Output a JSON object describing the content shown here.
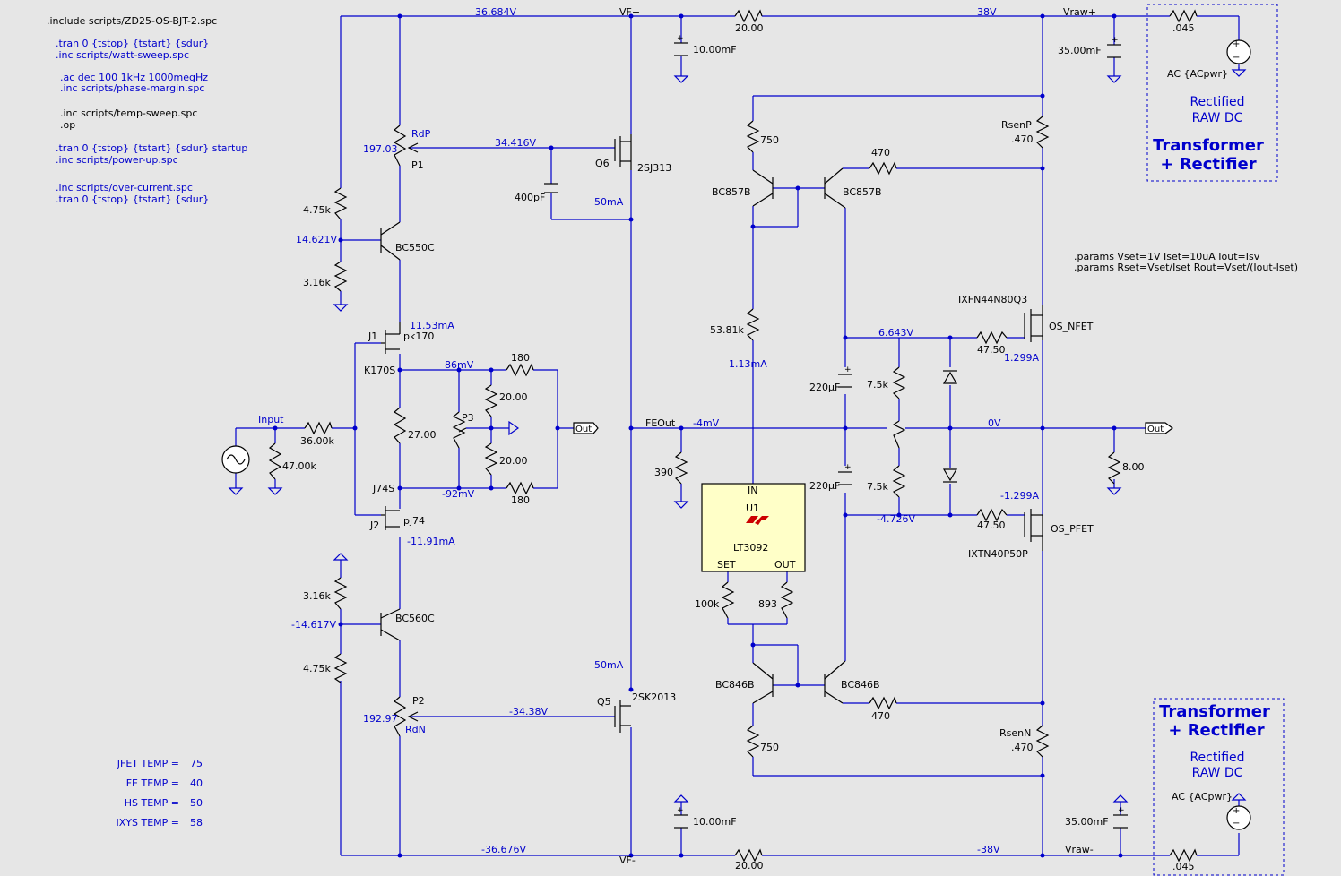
{
  "directives": [
    ".include scripts/ZD25-OS-BJT-2.spc",
    ".tran 0 {tstop} {tstart} {sdur}",
    ".inc scripts/watt-sweep.spc",
    ".ac dec 100 1kHz 1000megHz",
    ".inc scripts/phase-margin.spc",
    ".inc scripts/temp-sweep.spc",
    ".op",
    ".tran  0 {tstop} {tstart} {sdur} startup",
    ".inc scripts/power-up.spc",
    ".inc scripts/over-current.spc",
    ".tran 0 {tstop} {tstart} {sdur}"
  ],
  "params": [
    ".params Vset=1V Iset=10uA Iout=Isv",
    ".params Rset=Vset/Iset  Rout=Vset/(Iout-Iset)"
  ],
  "temps": [
    {
      "label": "JFET TEMP =",
      "value": "75"
    },
    {
      "label": "FE TEMP =",
      "value": "40"
    },
    {
      "label": "HS TEMP =",
      "value": "50"
    },
    {
      "label": "IXYS TEMP =",
      "value": "58"
    }
  ],
  "boxes": {
    "title": "Transformer\n+ Rectifier",
    "sub": "Rectified\nRAW DC"
  },
  "voltages": {
    "top_left": "36.684V",
    "top_right": "38V",
    "bot_left": "-36.676V",
    "bot_right": "-38V",
    "rdp": "34.416V",
    "rdn": "-34.38V",
    "p1": "197.03",
    "p2": "192.97",
    "q_base_top": "14.621V",
    "q_base_bot": "-14.617V",
    "k170": "86mV",
    "j74": "-92mV",
    "feout": "-4mV",
    "out": "0V",
    "gate_p": "6.643V",
    "gate_n": "-4.726V"
  },
  "currents": {
    "j1": "11.53mA",
    "j2": "-11.91mA",
    "q6": "50mA",
    "q5": "50mA",
    "u1": "1.13mA",
    "nfet": "1.299A",
    "pfet": "-1.299A"
  },
  "nets": {
    "vfp": "VF+",
    "vfn": "VF-",
    "vrawp": "Vraw+",
    "vrawn": "Vraw-",
    "input": "Input",
    "feout": "FEOut",
    "out": "Out",
    "rdp": "RdP",
    "rdn": "RdN",
    "k170": "K170S",
    "j74": "J74S",
    "rsenp": "RsenP",
    "rsenn": "RsenN"
  },
  "parts": {
    "r_top": "20.00",
    "r_bot": "20.00",
    "c_top": "10.00mF",
    "c_bot": "10.00mF",
    "c_raw_top": "35.00mF",
    "c_raw_bot": "35.00mF",
    "r045": ".045",
    "acsrc": "AC {ACpwr}",
    "q6": "Q6",
    "q6m": "2SJ313",
    "q5": "Q5",
    "q5m": "2SK2013",
    "c400": "400pF",
    "r475a": "4.75k",
    "r316a": "3.16k",
    "r316b": "3.16k",
    "r475b": "4.75k",
    "bc550": "BC550C",
    "bc560": "BC560C",
    "p1": "P1",
    "p2": "P2",
    "j1": "J1",
    "j1m": "pk170",
    "j2": "J2",
    "j2m": "pj74",
    "r180a": "180",
    "r180b": "180",
    "r2000a": "20.00",
    "r2000b": "20.00",
    "r27": "27.00",
    "p3": "P3",
    "r3600": "36.00k",
    "r4700": "47.00k",
    "r390": "390",
    "r750a": "750",
    "r750b": "750",
    "r470a": "470",
    "r470b": "470",
    "bc857a": "BC857B",
    "bc857b": "BC857B",
    "bc846a": "BC846B",
    "bc846b": "BC846B",
    "r5381": "53.81k",
    "c220a": "220µF",
    "c220b": "220µF",
    "r75a": "7.5k",
    "r75b": "7.5k",
    "r4750a": "47.50",
    "r4750b": "47.50",
    "nfet": "IXFN44N80Q3",
    "nfetn": "OS_NFET",
    "pfet": "IXTN40P50P",
    "pfetn": "OS_PFET",
    "r470c": ".470",
    "r470d": ".470",
    "r8": "8.00",
    "u1": "U1",
    "u1in": "IN",
    "u1set": "SET",
    "u1out": "OUT",
    "u1m": "LT3092",
    "r100k": "100k",
    "r893": "893"
  }
}
